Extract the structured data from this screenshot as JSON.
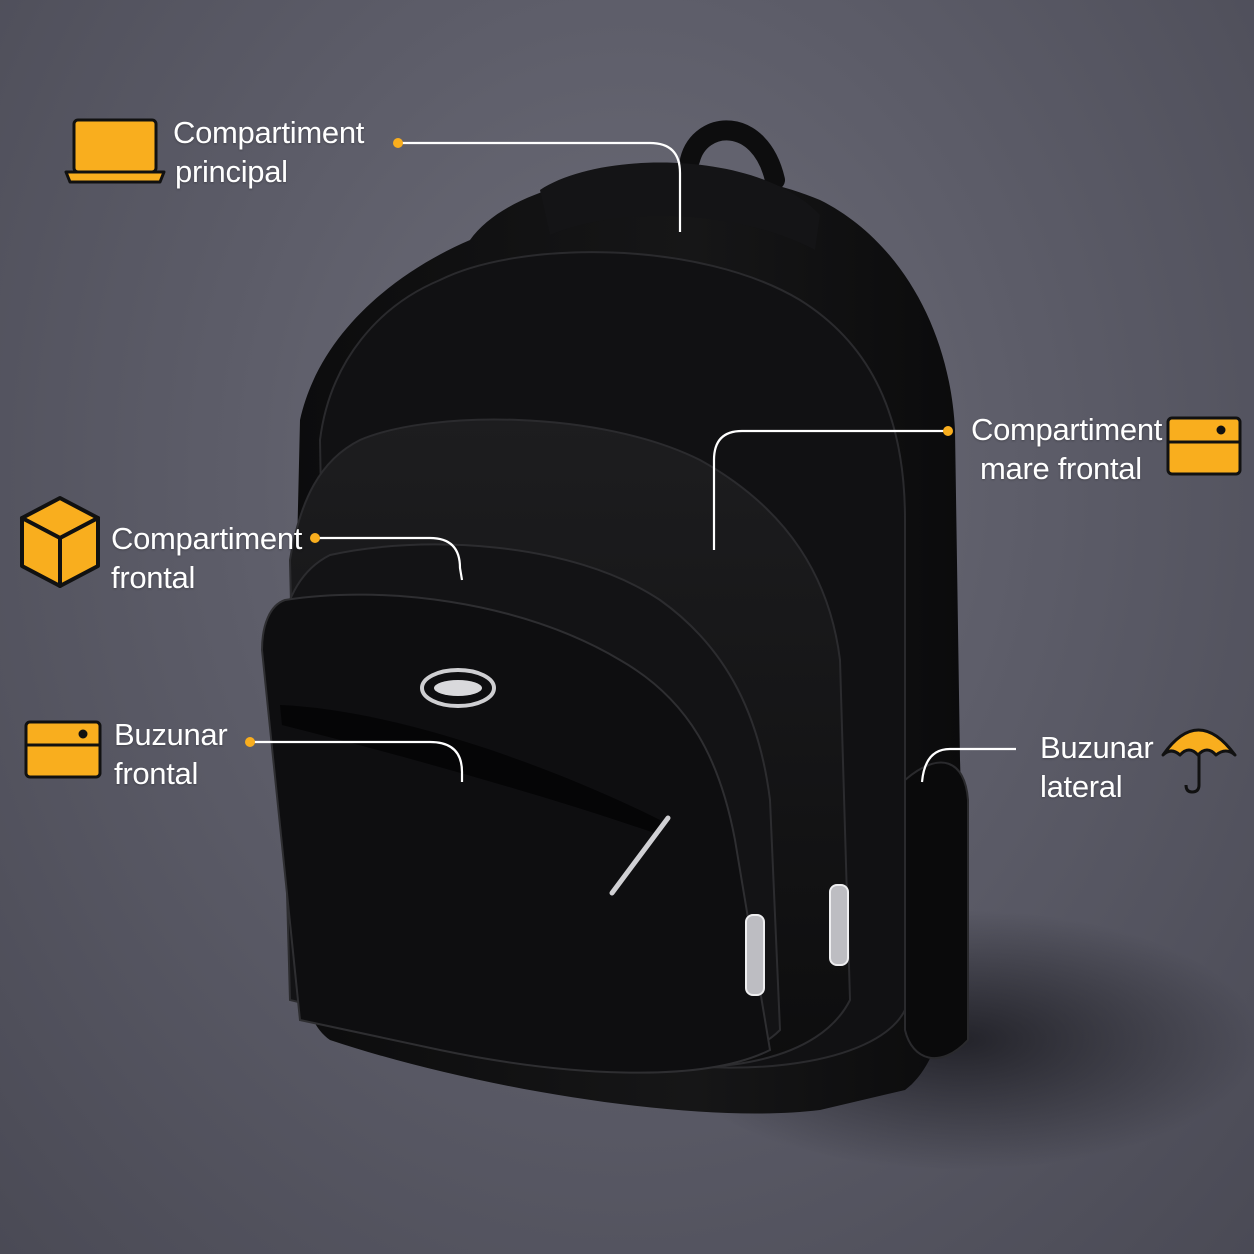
{
  "accent_color": "#f9ae1e",
  "callouts": {
    "main_compartment": {
      "line1": "Compartiment",
      "line2": "principal",
      "icon": "laptop-icon"
    },
    "large_front_compartment": {
      "line1": "Compartiment",
      "line2": "mare frontal",
      "icon": "wallet-card-icon"
    },
    "front_compartment": {
      "line1": "Compartiment",
      "line2": "frontal",
      "icon": "box-icon"
    },
    "front_pocket": {
      "line1": "Buzunar",
      "line2": "frontal",
      "icon": "wallet-card-icon"
    },
    "side_pocket": {
      "line1": "Buzunar",
      "line2": "lateral",
      "icon": "umbrella-icon"
    }
  }
}
